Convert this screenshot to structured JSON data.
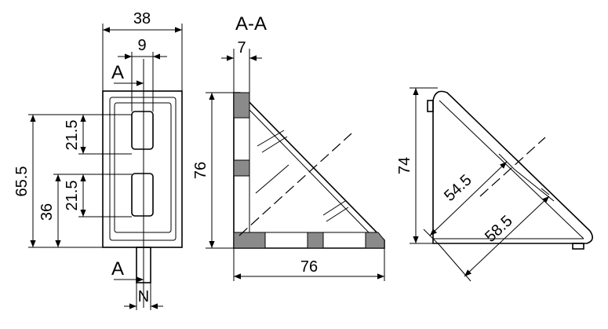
{
  "section_title": "A-A",
  "section_marks": {
    "top": "A",
    "bottom": "A"
  },
  "front_view": {
    "width": "38",
    "slot_width": "9",
    "slot_height_1": "21.5",
    "slot_height_2": "21.5",
    "height_total": "65.5",
    "height_lower": "36",
    "bolt_label": "N"
  },
  "section_view": {
    "thickness": "7",
    "height": "76",
    "width": "76"
  },
  "side_view": {
    "height": "74",
    "diag_inner": "54.5",
    "diag_outer": "58.5"
  }
}
